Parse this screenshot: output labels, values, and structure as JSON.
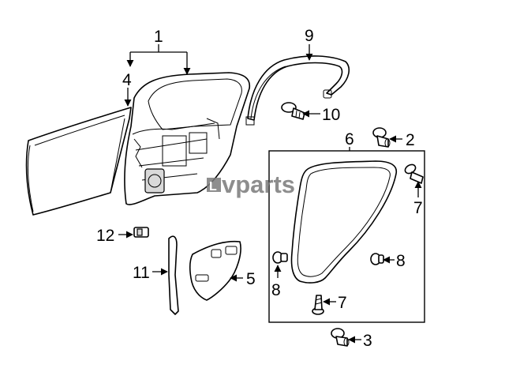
{
  "callouts": {
    "c1": "1",
    "c2": "2",
    "c3": "3",
    "c4": "4",
    "c5": "5",
    "c6": "6",
    "c7a": "7",
    "c7b": "7",
    "c8a": "8",
    "c8b": "8",
    "c9": "9",
    "c10": "10",
    "c11": "11",
    "c12": "12"
  },
  "watermark": {
    "text": "vparts",
    "logo_letter": "L"
  }
}
